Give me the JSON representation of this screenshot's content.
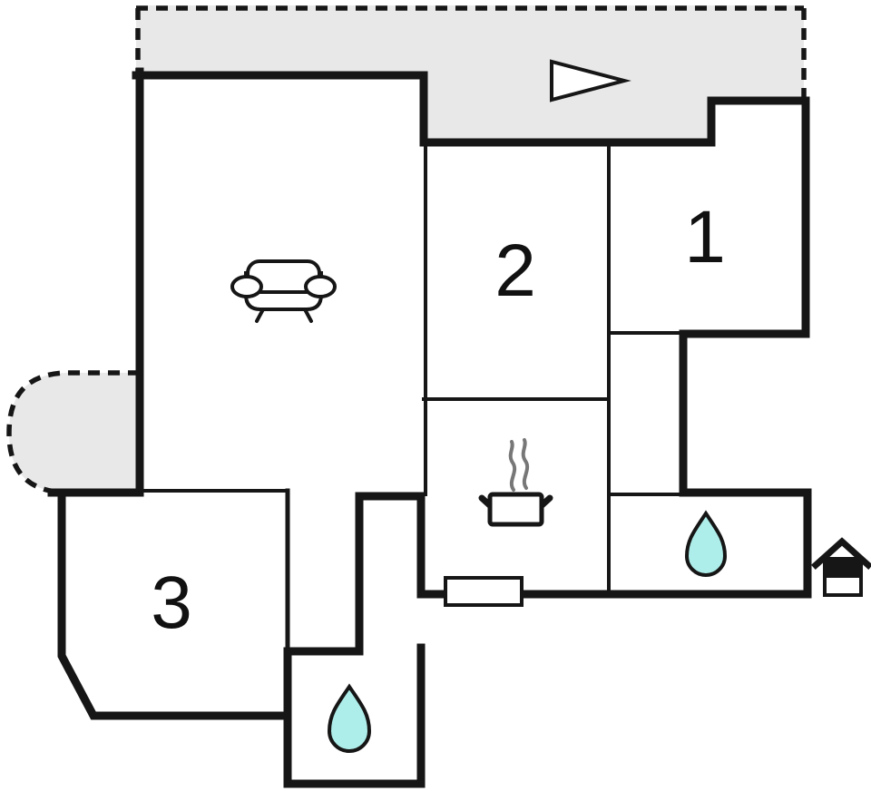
{
  "floorplan": {
    "rooms": [
      {
        "id": "room-1",
        "label": "1"
      },
      {
        "id": "room-2",
        "label": "2"
      },
      {
        "id": "room-3",
        "label": "3"
      }
    ],
    "features": {
      "terrace_area": "terrace",
      "balcony_area": "balcony",
      "living_room_icon": "sofa-icon",
      "kitchen_icon": "cooking-pot-icon",
      "bathroom_icon_right": "water-drop-icon",
      "bathroom_icon_bottom": "water-drop-icon",
      "entrance_icon": "house-entrance-icon",
      "orientation_icon": "direction-arrow-icon",
      "window_feature": "window"
    },
    "colors": {
      "wall": "#161616",
      "terrace": "#e8e8e8",
      "water": "#aeeeea",
      "steam": "#777777",
      "label": "#111111",
      "bg": "#ffffff"
    }
  }
}
